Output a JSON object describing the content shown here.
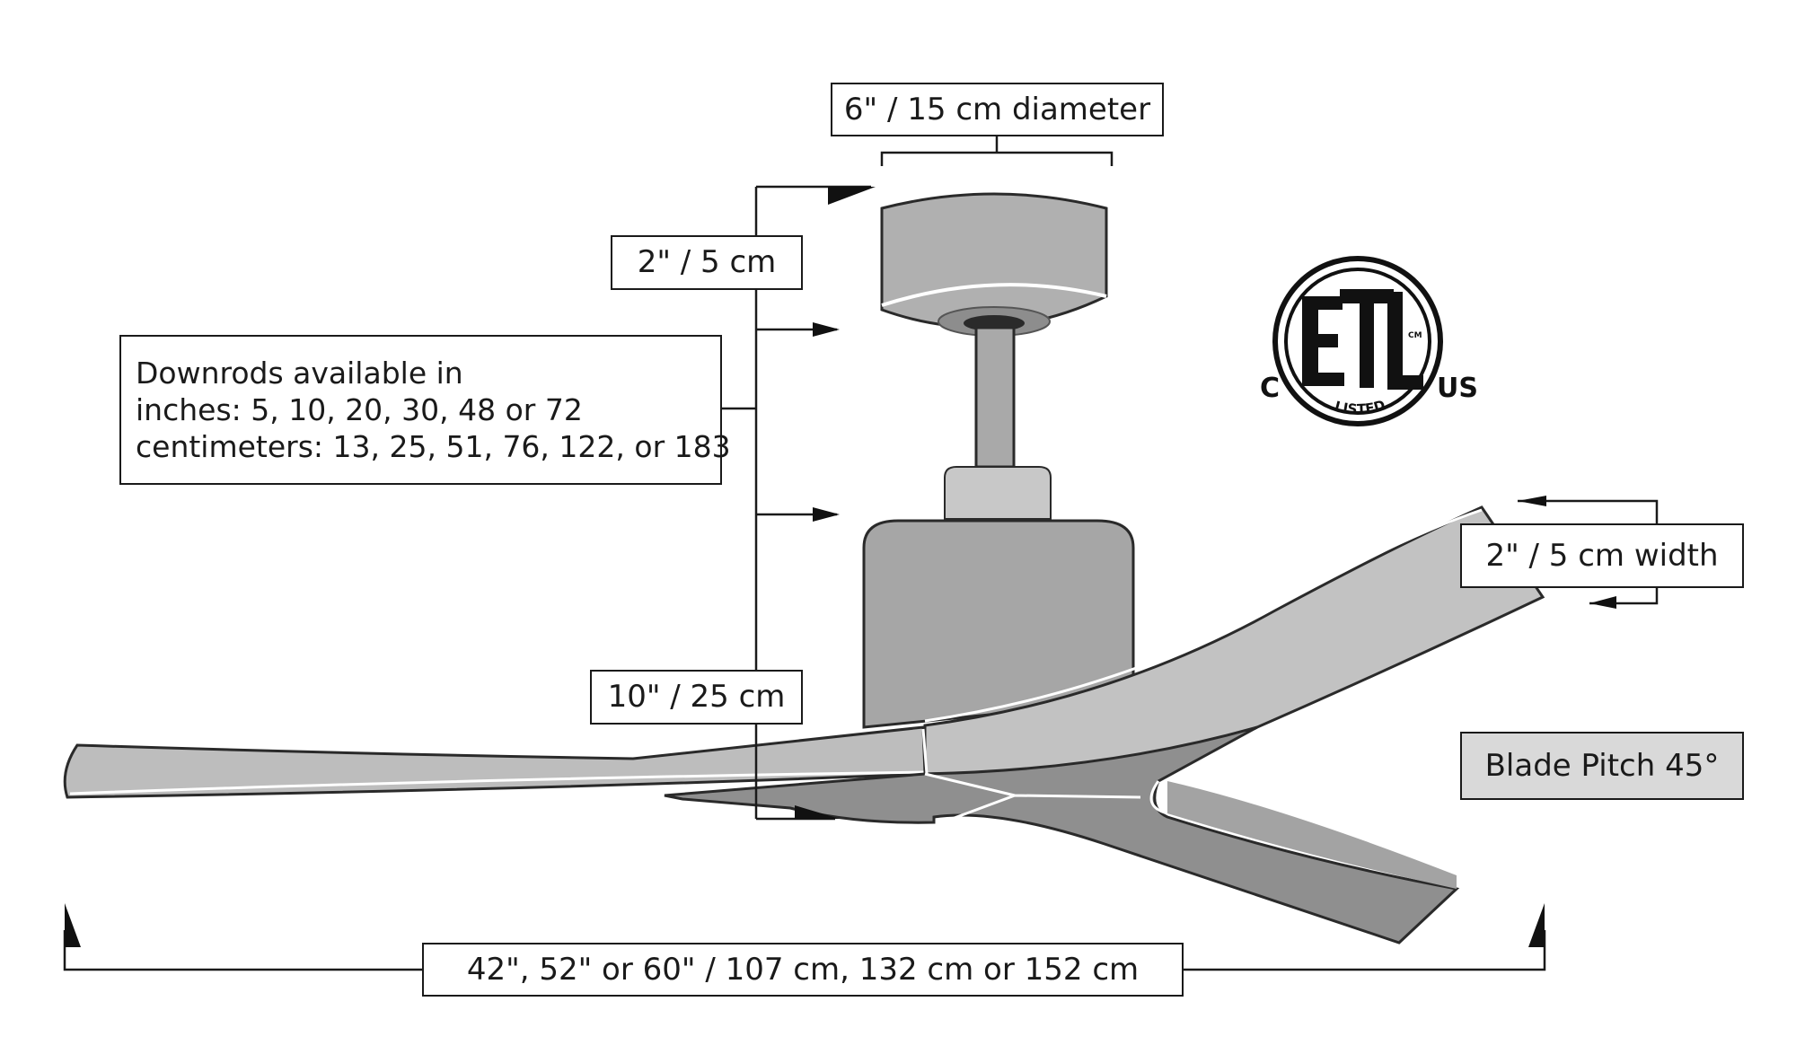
{
  "labels": {
    "canopy_diameter": "6\" / 15 cm diameter",
    "canopy_height": "2\" / 5 cm",
    "downrods_line1": "Downrods available in",
    "downrods_line2": "inches: 5, 10, 20, 30, 48 or 72",
    "downrods_line3": "centimeters: 13, 25, 51, 76, 122, or 183",
    "motor_height": "10\" / 25 cm",
    "blade_width": "2\" / 5 cm width",
    "blade_pitch": "Blade Pitch 45°",
    "blade_span": "42\", 52\" or 60\" / 107 cm, 132  cm or 152 cm"
  },
  "certification": {
    "mark": "ETL",
    "left_letter": "C",
    "right_letter": "US",
    "bottom_text": "LISTED",
    "small_text": "CM"
  },
  "colors": {
    "canopy": "#b0b0b0",
    "downrod": "#a9a9a9",
    "coupler": "#c8c8c8",
    "motor": "#a6a6a6",
    "blade_light": "#bdbdbd",
    "blade_dark": "#8f8f8f",
    "line": "#1a1a1a",
    "pitch_box": "#d9d9d9"
  }
}
